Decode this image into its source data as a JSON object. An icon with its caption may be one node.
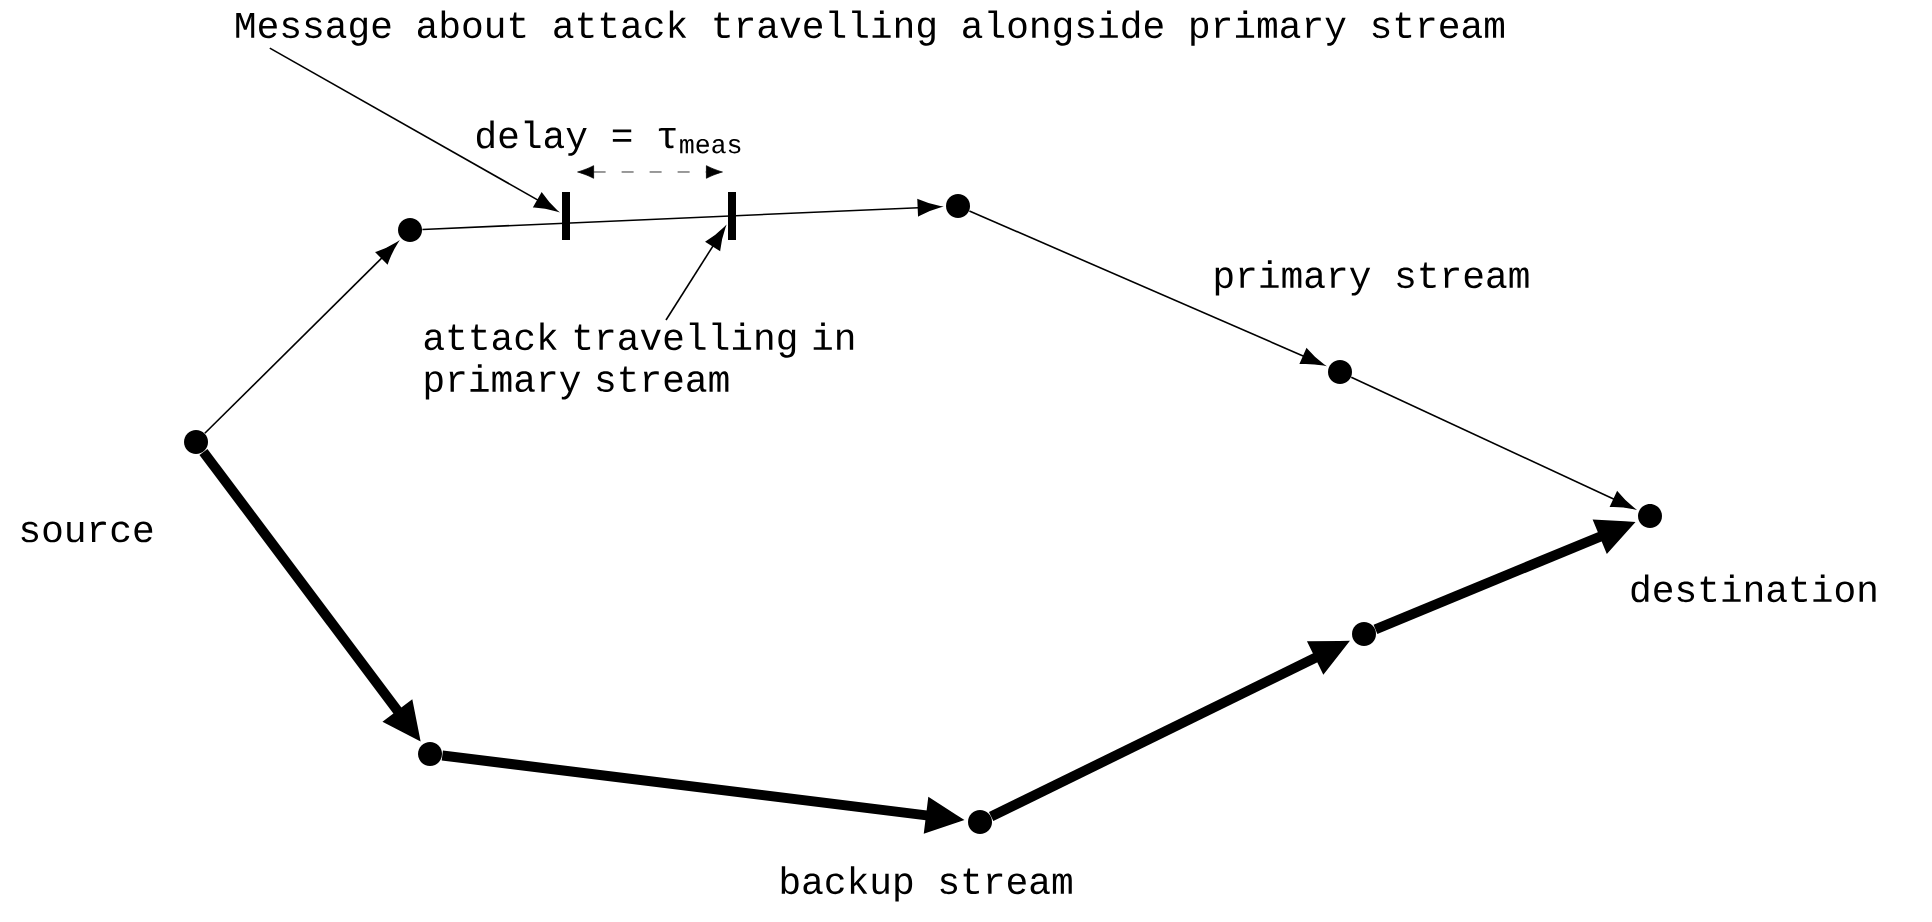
{
  "diagram": {
    "nodes": [
      {
        "text": [
          "Message about attack travelling alongside primary stream"
        ]
      },
      {
        "text": [],
        "shape": "circle"
      },
      {
        "text": [],
        "shape": "bar"
      },
      {
        "text": [],
        "shape": "bar"
      },
      {
        "text": [],
        "shape": "circle"
      },
      {
        "text": [
          "attack travelling in primary stream"
        ]
      },
      {
        "text": [],
        "shape": "circle",
        "beside": [
          "source"
        ]
      },
      {
        "text": [],
        "shape": "circle"
      },
      {
        "text": [],
        "shape": "circle",
        "beside": [
          "destination"
        ]
      },
      {
        "text": [],
        "shape": "circle"
      },
      {
        "text": [],
        "shape": "circle"
      },
      {
        "text": [],
        "shape": "circle"
      }
    ],
    "edges": [
      {
        "from": 0,
        "to": 2,
        "arrow": "to"
      },
      {
        "from": 5,
        "to": 3,
        "arrow": "to"
      },
      {
        "from": 6,
        "to": 1,
        "arrow": "to"
      },
      {
        "from": 1,
        "to": 4,
        "arrow": "to"
      },
      {
        "from": 4,
        "to": 7,
        "arrow": "to"
      },
      {
        "from": 7,
        "to": 8,
        "arrow": "to"
      },
      {
        "from": 6,
        "to": 9,
        "arrow": "to",
        "style": "thick"
      },
      {
        "from": 9,
        "to": 10,
        "arrow": "to",
        "style": "thick"
      },
      {
        "from": 10,
        "to": 11,
        "arrow": "to",
        "style": "thick"
      },
      {
        "from": 11,
        "to": 8,
        "arrow": "to",
        "style": "thick"
      }
    ],
    "labels": [
      "delay = τ$_{meas}$",
      "primary stream",
      "backup stream"
    ]
  }
}
